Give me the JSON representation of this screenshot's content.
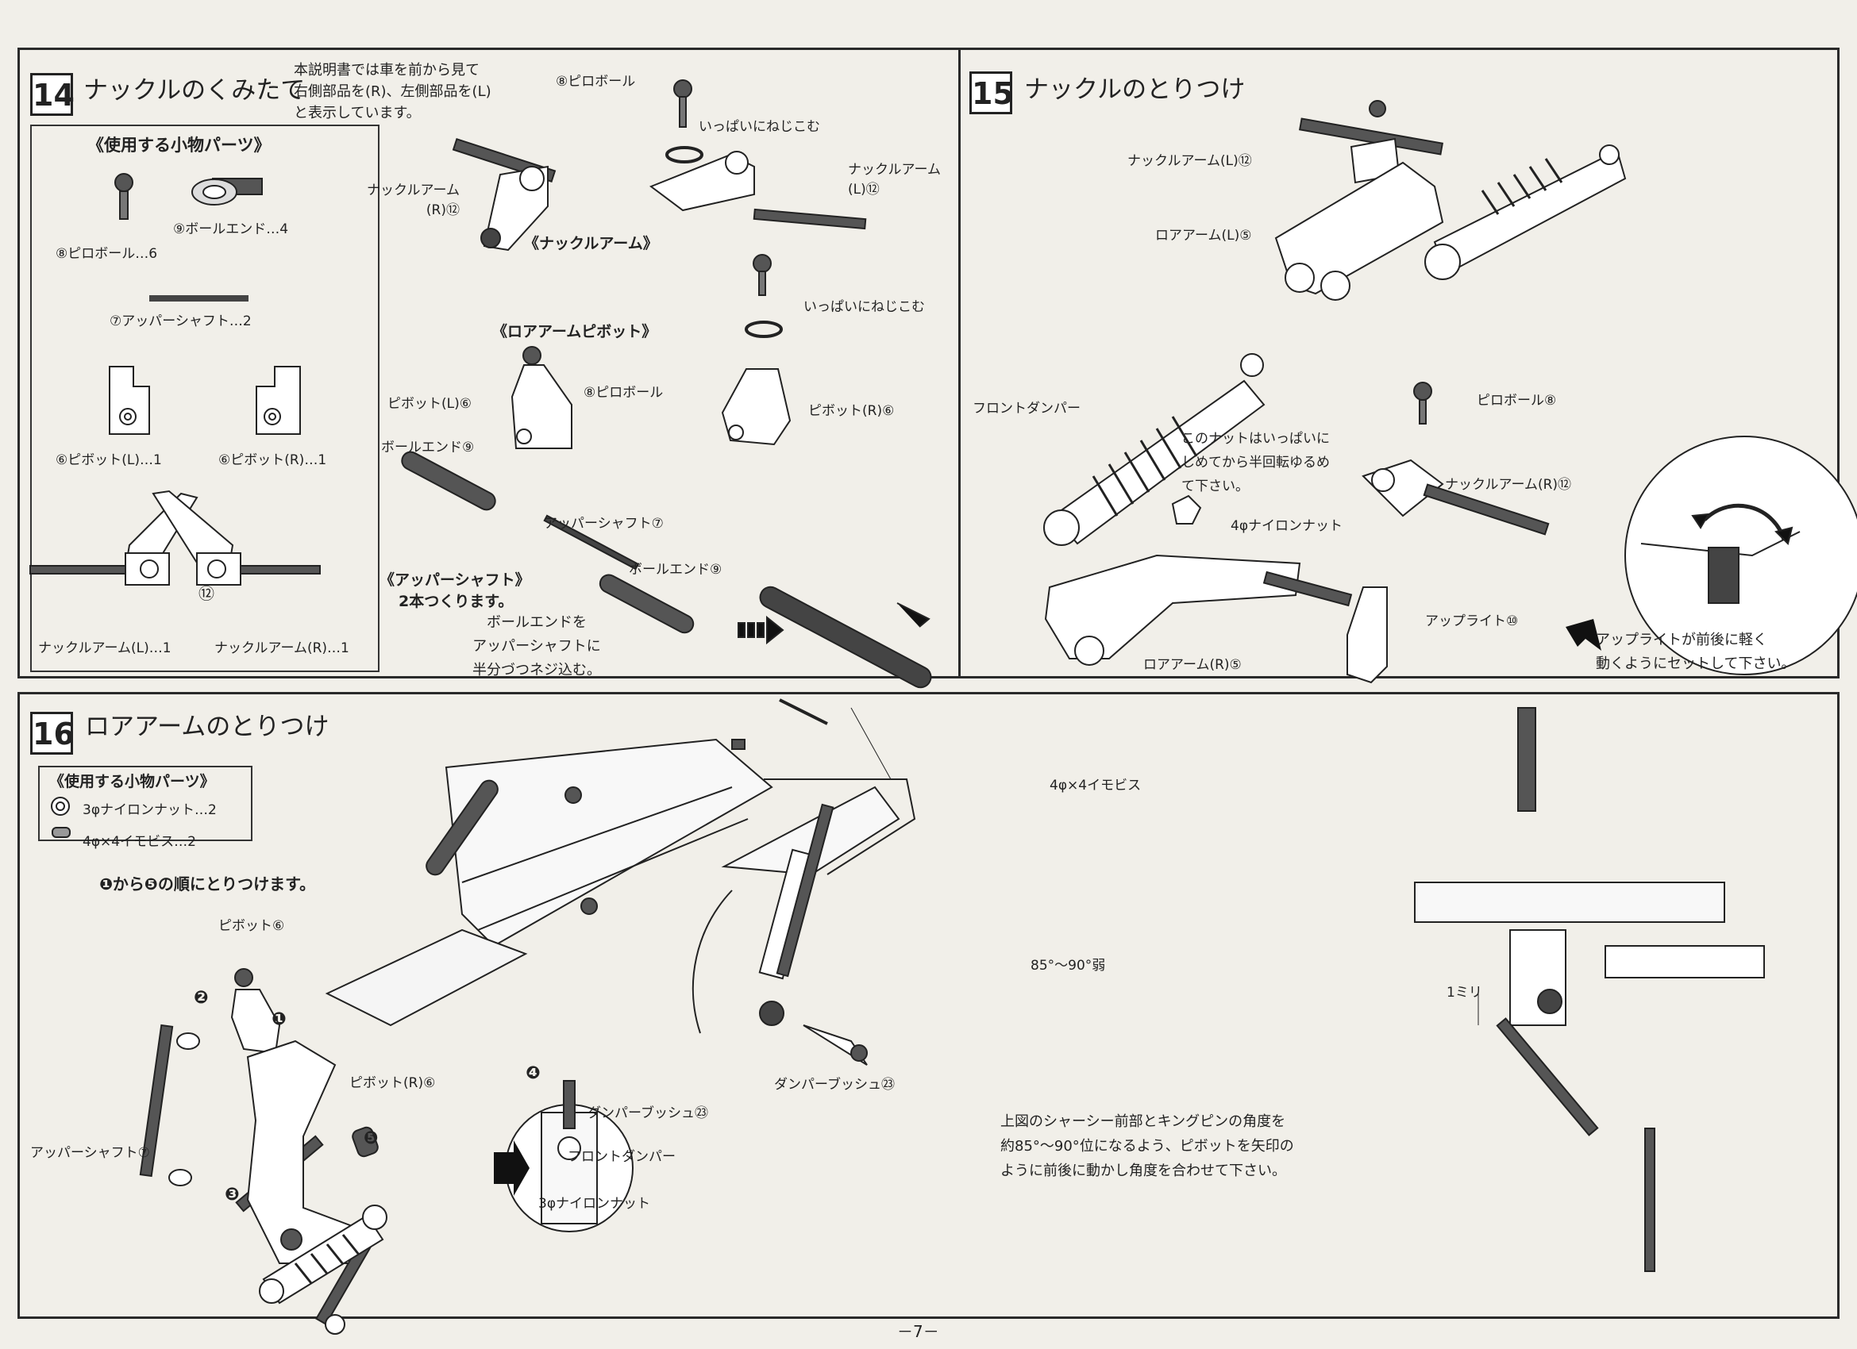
{
  "steps": {
    "s14": {
      "number": "14",
      "title": "ナックルのくみたて",
      "note": "本説明書では車を前から見て\n右側部品を(R)、左側部品を(L)\nと表示しています。",
      "parts_heading": "《使用する小物パーツ》",
      "parts": {
        "pillow_ball": "⑧ピロボール…6",
        "ball_end": "⑨ボールエンド…4",
        "upper_shaft": "⑦アッパーシャフト…2",
        "pivot_l": "⑥ピボット(L)…1",
        "pivot_r": "⑥ピボット(R)…1",
        "knuckle_no": "⑫",
        "knuckle_l": "ナックルアーム(L)…1",
        "knuckle_r": "ナックルアーム(R)…1"
      },
      "labels": {
        "pillow_ball_top": "⑧ピロボール",
        "screw_in_1": "いっぱいにねじこむ",
        "knuckle_r": "ナックルアーム\n(R)⑫",
        "knuckle_l": "ナックルアーム\n(L)⑫",
        "knuckle_heading": "《ナックルアーム》",
        "screw_in_2": "いっぱいにねじこむ",
        "lower_pivot_heading": "《ロアアームピボット》",
        "pillow_ball_mid": "⑧ピロボール",
        "pivot_l": "ピボット(L)⑥",
        "pivot_r": "ピボット(R)⑥",
        "ball_end_a": "ボールエンド⑨",
        "upper_shaft": "アッパーシャフト⑦",
        "ball_end_b": "ボールエンド⑨",
        "upper_shaft_heading": "《アッパーシャフト》",
        "make_two": "2本つくります。",
        "ball_end_note": "ボールエンドを\nアッパーシャフトに\n半分づつネジ込む。"
      }
    },
    "s15": {
      "number": "15",
      "title": "ナックルのとりつけ",
      "labels": {
        "knuckle_l": "ナックルアーム(L)⑫",
        "lower_arm_l": "ロアアーム(L)⑤",
        "front_damper": "フロントダンパー",
        "pillow_ball": "ピロボール⑧",
        "nut_note": "このナットはいっぱいに\nしめてから半回転ゆるめ\nて下さい。",
        "knuckle_r": "ナックルアーム(R)⑫",
        "nylon_nut": "4φナイロンナット",
        "upright": "アップライト⑩",
        "lower_arm_r": "ロアアーム(R)⑤",
        "upright_note": "アップライトが前後に軽く\n動くようにセットして下さい。"
      }
    },
    "s16": {
      "number": "16",
      "title": "ロアアームのとりつけ",
      "parts_heading": "《使用する小物パーツ》",
      "parts": {
        "nylon_nut": "3φナイロンナット…2",
        "screw": "4φ×4イモビス…2"
      },
      "order_note": "❶から❺の順にとりつけます。",
      "labels": {
        "pivot_top": "ピボット⑥",
        "pivot_r": "ピボット(R)⑥",
        "upper_shaft": "アッパーシャフト⑦",
        "damper_bush": "ダンパーブッシュ㉓",
        "front_damper": "フロントダンパー",
        "nylon_nut": "3φナイロンナット",
        "damper_bush_detail": "ダンパーブッシュ㉓",
        "set_screw": "4φ×4イモビス",
        "angle": "85°～90°弱",
        "one_mm": "1ミリ",
        "angle_note": "上図のシャーシー前部とキングピンの角度を\n約85°～90°位になるよう、ピボットを矢印の\nように前後に動かし角度を合わせて下さい。",
        "seq": [
          "❶",
          "❷",
          "❸",
          "❹",
          "❺"
        ]
      }
    }
  },
  "footer": {
    "page": "－7－"
  }
}
